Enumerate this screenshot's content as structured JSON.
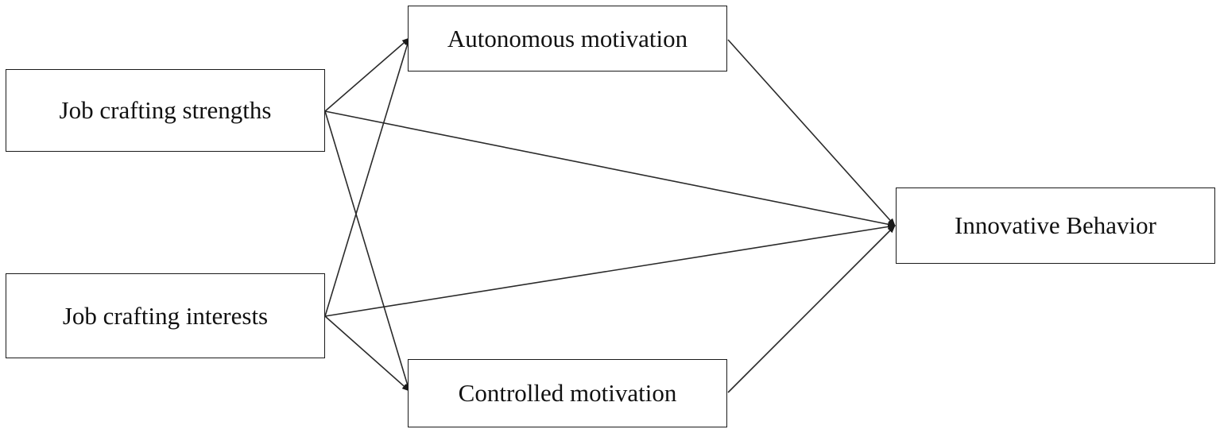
{
  "nodes": {
    "job_crafting_strengths": "Job crafting strengths",
    "job_crafting_interests": "Job crafting interests",
    "autonomous_motivation": "Autonomous motivation",
    "controlled_motivation": "Controlled motivation",
    "innovative_behavior": "Innovative Behavior"
  },
  "edges": [
    {
      "from": "job_crafting_strengths",
      "to": "autonomous_motivation"
    },
    {
      "from": "job_crafting_strengths",
      "to": "controlled_motivation"
    },
    {
      "from": "job_crafting_strengths",
      "to": "innovative_behavior"
    },
    {
      "from": "job_crafting_interests",
      "to": "autonomous_motivation"
    },
    {
      "from": "job_crafting_interests",
      "to": "controlled_motivation"
    },
    {
      "from": "job_crafting_interests",
      "to": "innovative_behavior"
    },
    {
      "from": "autonomous_motivation",
      "to": "innovative_behavior"
    },
    {
      "from": "controlled_motivation",
      "to": "innovative_behavior"
    }
  ],
  "colors": {
    "line": "#2a2a2a",
    "box_border": "#1a1a1a",
    "text": "#111111",
    "background": "#ffffff"
  }
}
